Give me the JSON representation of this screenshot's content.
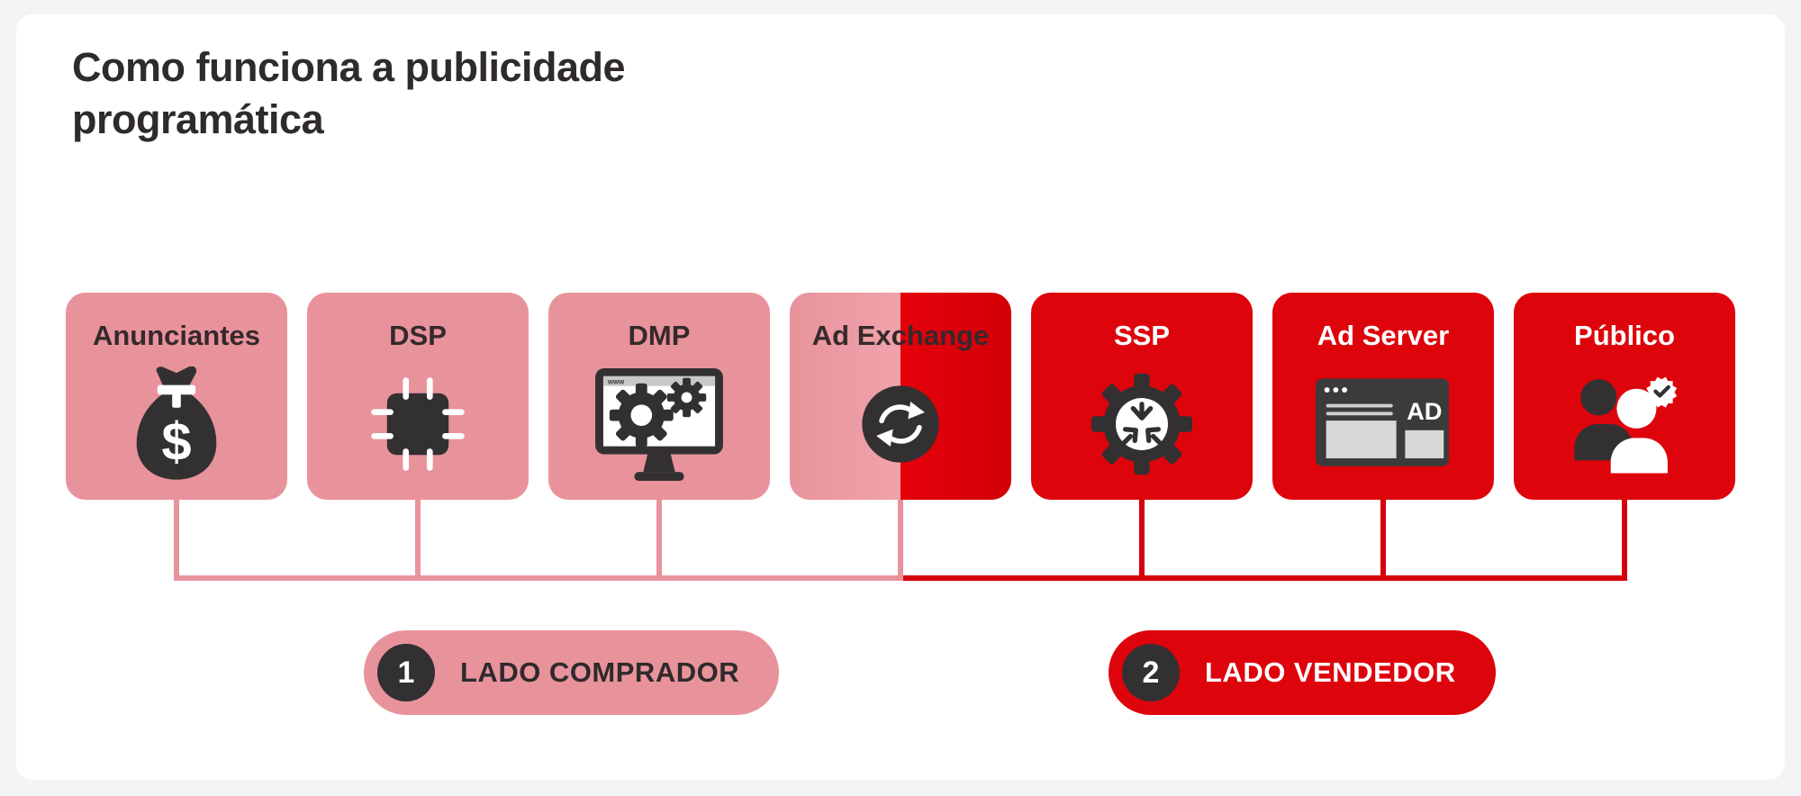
{
  "page": {
    "title_line1": "Como funciona a publicidade",
    "title_line2": "programática"
  },
  "colors": {
    "pink": "#E8939C",
    "pinklight": "#F0A2AB",
    "red": "#DE040C",
    "redline": "#D6010B",
    "dark": "#333032",
    "pagebg": "#F2F4F6",
    "cardbg": "#FFFFFF"
  },
  "boxes": [
    {
      "label": "Anunciantes",
      "side": "comprador",
      "icon": "money-bag-icon"
    },
    {
      "label": "DSP",
      "side": "comprador",
      "icon": "chip-icon"
    },
    {
      "label": "DMP",
      "side": "comprador",
      "icon": "monitor-gears-icon"
    },
    {
      "label": "Ad Exchange",
      "side": "comprador/vendedor",
      "icon": "sync-arrows-icon"
    },
    {
      "label": "SSP",
      "side": "vendedor",
      "icon": "gear-converge-icon"
    },
    {
      "label": "Ad Server",
      "side": "vendedor",
      "icon": "browser-ad-icon"
    },
    {
      "label": "Público",
      "side": "vendedor",
      "icon": "audience-badge-icon"
    }
  ],
  "icon_texts": {
    "money_symbol": "$",
    "browser_titlebar": "www",
    "ad_badge": "AD"
  },
  "legend": [
    {
      "number": "1",
      "label": "LADO COMPRADOR"
    },
    {
      "number": "2",
      "label": "LADO VENDEDOR"
    }
  ]
}
